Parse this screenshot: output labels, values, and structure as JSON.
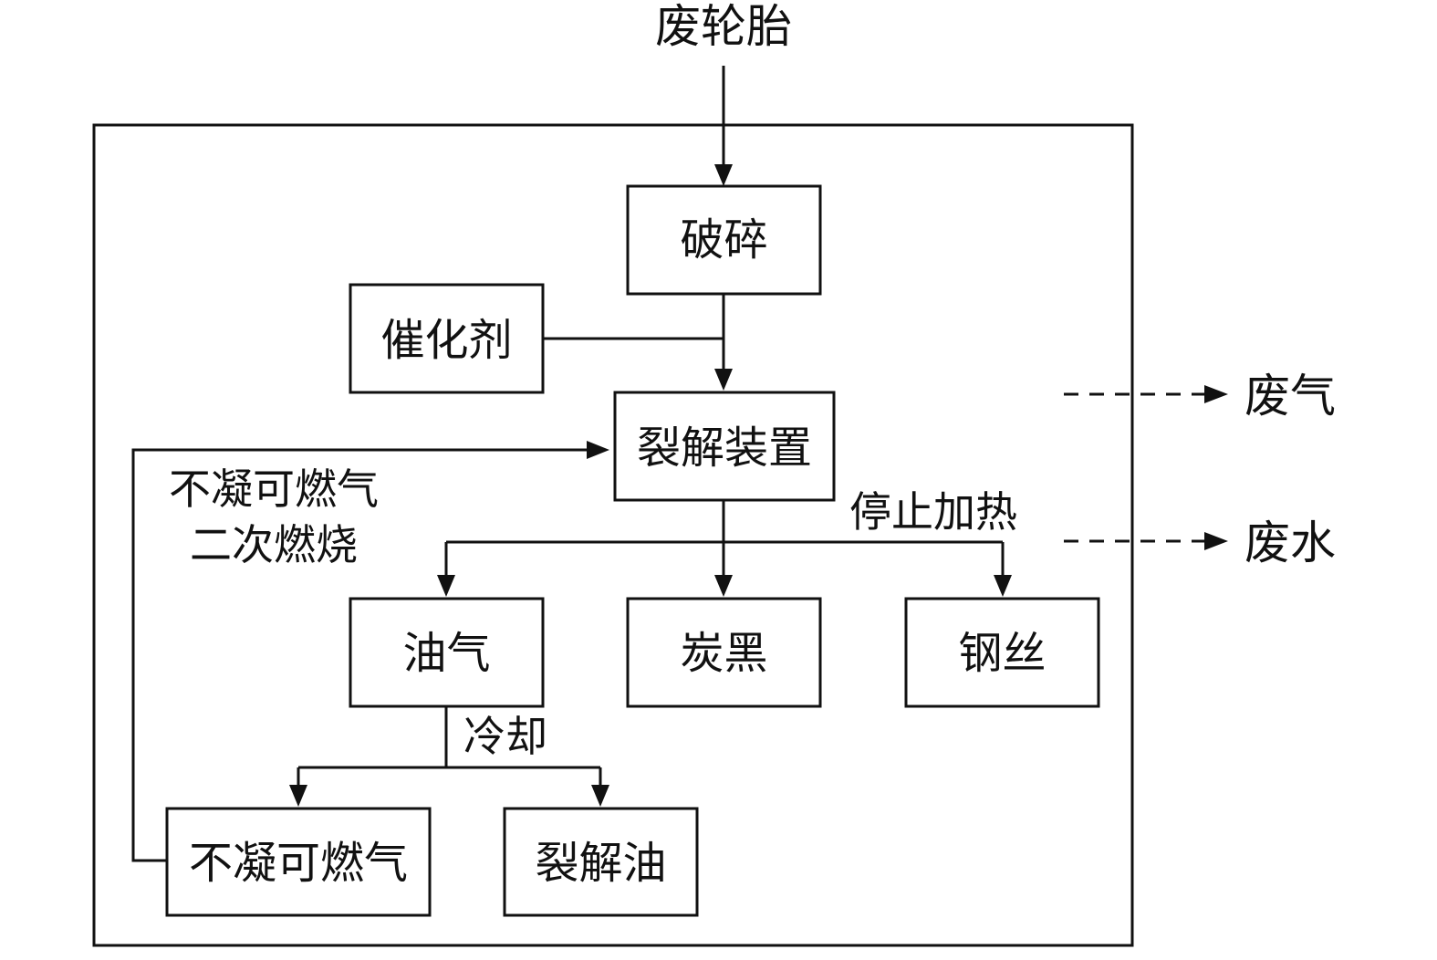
{
  "input_label": "废轮胎",
  "boxes": {
    "crushing": "破碎",
    "catalyst": "催化剂",
    "pyrolysis_unit": "裂解装置",
    "oil_gas": "油气",
    "carbon_black": "炭黑",
    "steel_wire": "钢丝",
    "noncondensable_gas": "不凝可燃气",
    "pyrolysis_oil": "裂解油"
  },
  "annotations": {
    "recycle_line1": "不凝可燃气",
    "recycle_line2": "二次燃烧",
    "stop_heating": "停止加热",
    "cooling": "冷却"
  },
  "outputs": {
    "waste_gas": "废气",
    "waste_water": "废水"
  }
}
